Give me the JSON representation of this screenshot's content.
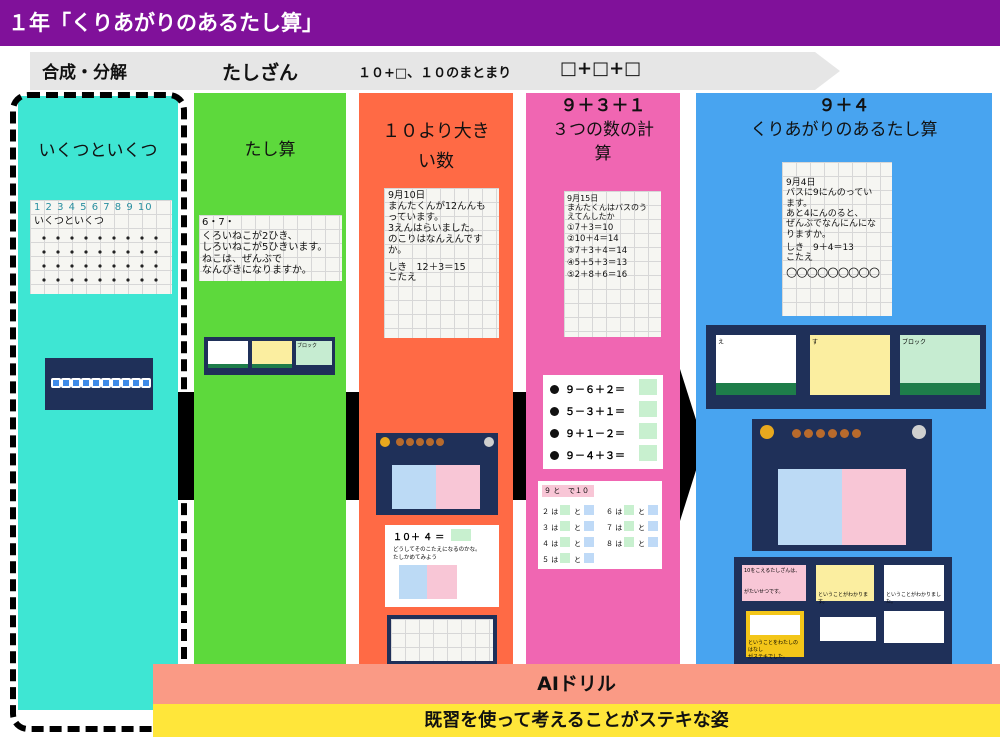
{
  "header": {
    "title": "１年「くりあがりのあるたし算」"
  },
  "flow": {
    "steps": [
      "合成・分解",
      "たしざん",
      "１０+□、１０のまとまり",
      "□+□+□"
    ]
  },
  "columns": {
    "c1": {
      "title": "いくつといくつ",
      "bg": "#3ee6d3"
    },
    "c2": {
      "title": "たし算",
      "bg": "#5dd93c"
    },
    "c3": {
      "title_line1": "１０より大き",
      "title_line2": "い数",
      "bg": "#ff6a45"
    },
    "c4": {
      "title_line1": "９＋３＋１",
      "title_line2": "３つの数の計",
      "title_line3": "算",
      "bg": "#f066b2"
    },
    "c5": {
      "title_line1": "９＋４",
      "title_line2": "くりあがりのあるたし算",
      "bg": "#48a4f0"
    }
  },
  "cards": {
    "c1_grid_title": "いくつといくつ",
    "c1_grid_numbers": "1 2 3 4 5 6 7 8 9 10",
    "c2_hand1": "6・7・",
    "c2_hand2": "くろいねこが2ひき、",
    "c2_hand3": "しろいねこが5ひきいます。",
    "c2_hand4": "ねこは、ぜんぶで",
    "c2_hand5": "なんびきになりますか。",
    "c2_block_label": "ブロック",
    "c3_hand1": "9月10日",
    "c3_hand2": "まんたくんが12んんも",
    "c3_hand3": "っています。",
    "c3_hand4": "3えんはらいました。",
    "c3_hand5": "のこりはなんえんです",
    "c3_hand6": "か。",
    "c3_hand7": "しき　12＋3＝15",
    "c3_hand8": "こたえ",
    "c3_card_eq": "１０＋ ４ ＝",
    "c3_card_q1": "どうしてそのこたえになるのかな。",
    "c3_card_q2": "たしかめてみよう",
    "c4_hand1": "9月15日",
    "c4_hand2": "まんたくんはバスのう",
    "c4_hand3": "えてんしたか",
    "c4_hand4": "①7＋3＝10",
    "c4_hand5": "②10＋4＝14",
    "c4_hand6": "③7＋3＋4＝14",
    "c4_hand7": "④5＋5＋3＝13",
    "c4_hand8": "⑤2＋8＋6＝16",
    "c4_q1": "９－６＋２＝",
    "c4_q2": "５－３＋１＝",
    "c4_q3": "９＋１－２＝",
    "c4_q4": "９－４＋３＝",
    "c4_table_head1": "９ と",
    "c4_table_head2": "で１０",
    "c4_row1a": "２ は",
    "c4_row1b": "と",
    "c4_row2a": "３ は",
    "c4_row2b": "と",
    "c4_row3a": "４ は",
    "c4_row3b": "と",
    "c4_row4a": "５ は",
    "c4_row4b": "と",
    "c4_row5a": "６ は",
    "c4_row5b": "と",
    "c4_row6a": "７ は",
    "c4_row6b": "と",
    "c4_row7a": "８ は",
    "c4_row7b": "と",
    "c5_hand1": "9月4日",
    "c5_hand2": "バスに9にんのってい",
    "c5_hand3": "ます。",
    "c5_hand4": "あと4にんのると、",
    "c5_hand5": "ぜんぶでなんにんにな",
    "c5_hand6": "りますか。",
    "c5_hand7": "しき　9＋4＝13",
    "c5_hand8": "こたえ",
    "c5_label_e": "え",
    "c5_label_su": "す",
    "c5_label_block": "ブロック",
    "c5_note1": "10をこえるたしざんは、",
    "c5_note2": "がたいせつです。",
    "c5_note3": "ということがわかります。",
    "c5_note4": "ということがわかりました。",
    "c5_note5": "ということをわたしのはなし",
    "c5_note6": "がステキでした。"
  },
  "footer": {
    "ai": "AIドリル",
    "slogan": "既習を使って考えることがステキな姿"
  }
}
